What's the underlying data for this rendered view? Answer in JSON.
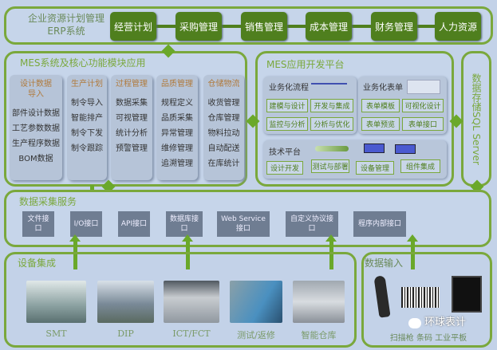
{
  "erp": {
    "title_line1": "企业资源计划管理",
    "title_line2": "ERP系统",
    "modules": [
      "经营计划",
      "采购管理",
      "销售管理",
      "成本管理",
      "财务管理",
      "人力资源"
    ]
  },
  "mes_core": {
    "title": "MES系统及核心功能模块应用",
    "columns": [
      {
        "header": "设计数据导入",
        "items": [
          "部件设计数据",
          "工艺参数数据",
          "生产程序数据",
          "BOM数据"
        ]
      },
      {
        "header": "生产计划",
        "items": [
          "制令导入",
          "智能排产",
          "制令下发",
          "制令跟踪"
        ]
      },
      {
        "header": "过程管理",
        "items": [
          "数据采集",
          "可视管理",
          "统计分析",
          "预警管理"
        ]
      },
      {
        "header": "品质管理",
        "items": [
          "规程定义",
          "品质采集",
          "异常管理",
          "维修管理",
          "追溯管理"
        ]
      },
      {
        "header": "仓储物流",
        "items": [
          "收货管理",
          "仓库管理",
          "物料拉动",
          "自动配送",
          "在库统计"
        ]
      }
    ]
  },
  "mes_platform": {
    "title": "MES应用开发平台",
    "process": {
      "title": "业务化流程",
      "items": [
        "建模与设计",
        "开发与集成",
        "监控与分析",
        "分析与优化"
      ]
    },
    "form": {
      "title": "业务化表单",
      "items": [
        "表单模板",
        "可视化设计",
        "表单预览",
        "表单接口"
      ]
    },
    "tech": {
      "title": "技术平台",
      "items": [
        "设计开发",
        "测试与部署",
        "设备管理",
        "组件集成"
      ]
    }
  },
  "storage": {
    "title": "数据存储SQL Server"
  },
  "collection": {
    "title": "数据采集服务",
    "interfaces": [
      "文件接口",
      "I/O接口",
      "API接口",
      "数据库接口",
      "Web Service接口",
      "自定义协议接口",
      "程序内部接口"
    ]
  },
  "devices": {
    "title": "设备集成",
    "items": [
      "SMT",
      "DIP",
      "ICT/FCT",
      "测试/返修",
      "智能仓库"
    ]
  },
  "input": {
    "title": "数据输入",
    "caption": "扫描枪 条码 工业平板"
  },
  "watermark": "环球表计"
}
